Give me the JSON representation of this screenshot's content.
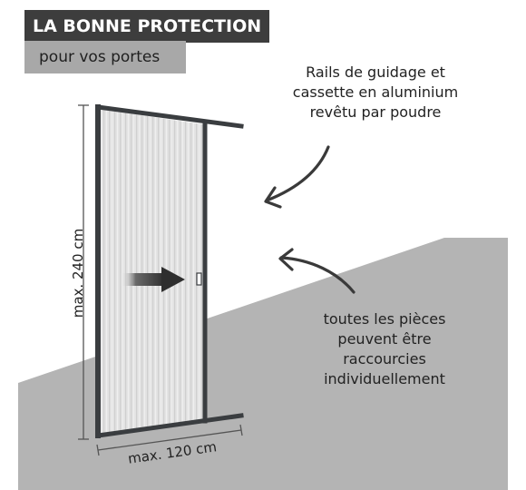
{
  "header": {
    "title": "LA BONNE PROTECTION",
    "subtitle": "pour vos portes"
  },
  "callouts": {
    "rails": "Rails de guidage et\ncassette en aluminium\nrevêtu par poudre",
    "pieces": "toutes les pièces\npeuvent être\nraccourcies\nindividuellement"
  },
  "dimensions": {
    "height": "max. 240 cm",
    "width": "max. 120 cm"
  },
  "colors": {
    "title_bg": "#3d3d3d",
    "subtitle_bg": "#a8a8a8",
    "floor": "#b4b4b4",
    "frame": "#3a3d40",
    "mesh": "#e2e2e2"
  },
  "icons": {
    "rails_callout_arrow": "curved-arrow-icon",
    "pieces_callout_arrow": "curved-arrow-icon",
    "slide_direction": "arrow-right-icon"
  }
}
